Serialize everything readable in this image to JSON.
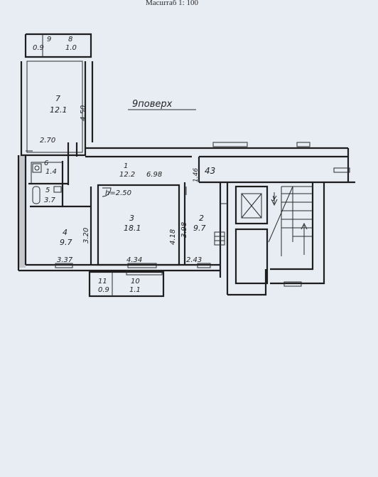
{
  "scale_title": "Масштаб 1: 100",
  "floor_label": "9поверх",
  "rooms": [
    {
      "id": "1",
      "area": "12.2"
    },
    {
      "id": "2",
      "area": "9.7"
    },
    {
      "id": "3",
      "area": "18.1"
    },
    {
      "id": "4",
      "area": "9.7"
    },
    {
      "id": "5",
      "area": "3.7"
    },
    {
      "id": "6",
      "area": "1.4"
    },
    {
      "id": "7",
      "area": "12.1"
    },
    {
      "id": "8",
      "area": "1.0"
    },
    {
      "id": "9",
      "area": "0.9"
    },
    {
      "id": "10",
      "area": "1.1"
    },
    {
      "id": "11",
      "area": "0.9"
    }
  ],
  "dimensions": {
    "d_450": "4.50",
    "d_270": "2.70",
    "d_698": "6.98",
    "d_146": "1.46",
    "d_43": "43",
    "d_height": "h=2.50",
    "d_320": "3.20",
    "d_418": "4.18",
    "d_398": "3.98",
    "d_337": "3.37",
    "d_434": "4.34",
    "d_243": "2.43"
  },
  "stair_mark": "У"
}
